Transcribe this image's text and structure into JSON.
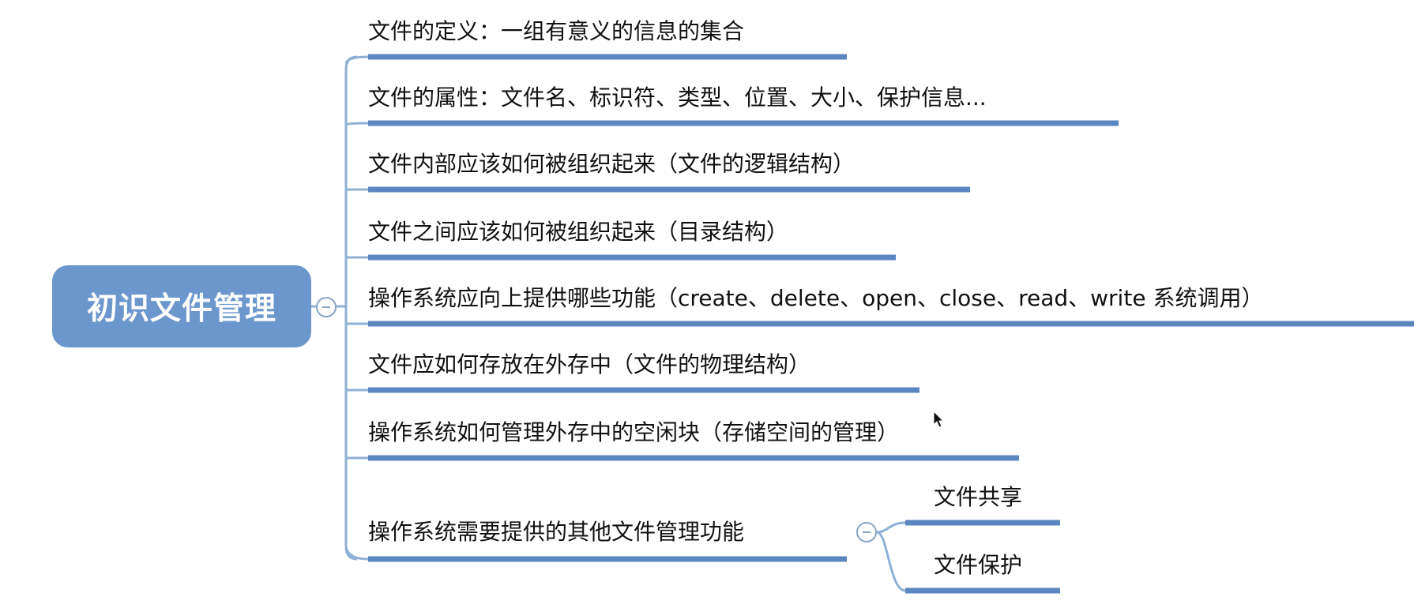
{
  "root": {
    "label": "初识文件管理"
  },
  "branches": [
    {
      "label": "文件的定义：一组有意义的信息的集合"
    },
    {
      "label": "文件的属性：文件名、标识符、类型、位置、大小、保护信息..."
    },
    {
      "label": "文件内部应该如何被组织起来（文件的逻辑结构）"
    },
    {
      "label": "文件之间应该如何被组织起来（目录结构）"
    },
    {
      "label": "操作系统应向上提供哪些功能（create、delete、open、close、read、write 系统调用）"
    },
    {
      "label": "文件应如何存放在外存中（文件的物理结构）"
    },
    {
      "label": "操作系统如何管理外存中的空闲块（存储空间的管理）"
    },
    {
      "label": "操作系统需要提供的其他文件管理功能"
    }
  ],
  "subbranches": [
    {
      "label": "文件共享"
    },
    {
      "label": "文件保护"
    }
  ],
  "colors": {
    "root_fill": "#6b97cc",
    "branch_line": "#5b87c0",
    "connector": "#8fb0d6"
  }
}
